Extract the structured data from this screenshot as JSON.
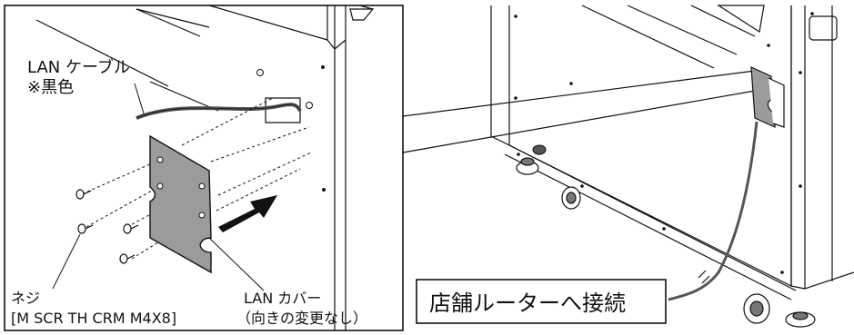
{
  "labels": {
    "lan_cable": "LAN ケーブル",
    "lan_cable_color": "※黒色",
    "screw": "ネジ",
    "screw_part": "[M SCR TH CRM M4X8]",
    "lan_cover": "LAN カバー",
    "lan_cover_note": "（向きの変更なし）",
    "router_connect": "店舗ルーターへ接続"
  },
  "colors": {
    "line": "#111111",
    "cover_fill": "#9b9b9b",
    "cable": "#555555",
    "background": "#ffffff"
  }
}
